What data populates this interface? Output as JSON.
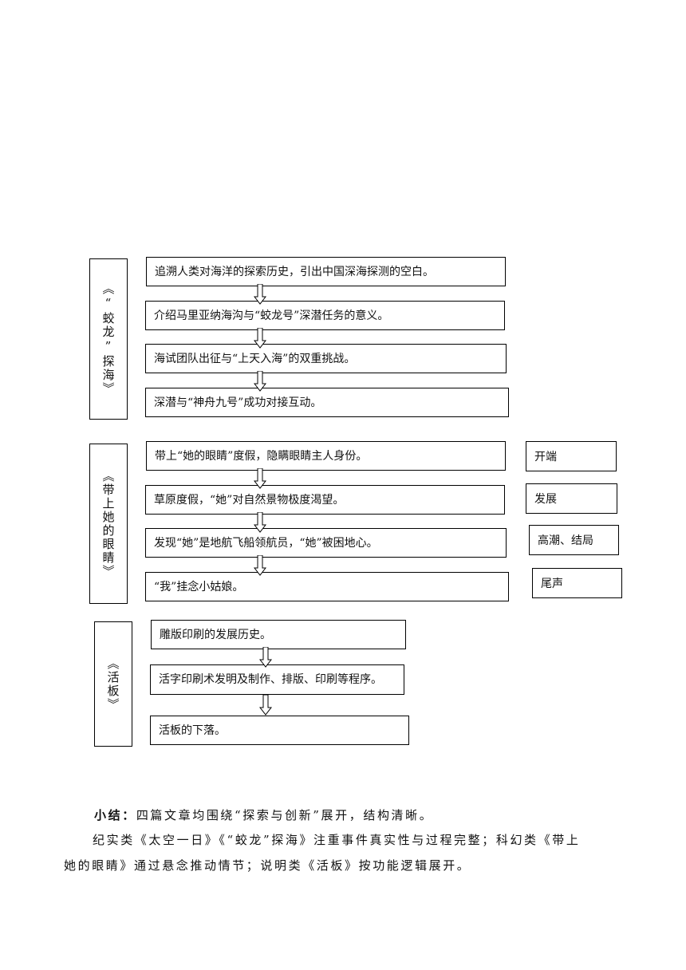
{
  "sections": [
    {
      "title": "《“蛟龙”探海》",
      "steps": [
        "追溯人类对海洋的探索历史，引出中国深海探测的空白。",
        "介绍马里亚纳海沟与“蛟龙号”深潜任务的意义。",
        "海试团队出征与“上天入海”的双重挑战。",
        "深潜与“神舟九号”成功对接互动。"
      ]
    },
    {
      "title": "《带上她的眼睛》",
      "steps": [
        "带上“她的眼睛”度假，隐瞒眼睛主人身份。",
        "草原度假，“她”对自然景物极度渴望。",
        "发现“她”是地航飞船领航员，“她”被困地心。",
        "“我”挂念小姑娘。"
      ],
      "stages": [
        "开端",
        "发展",
        "高潮、结局",
        "尾声"
      ]
    },
    {
      "title": "《活板》",
      "steps": [
        "雕版印刷的发展历史。",
        "活字印刷术发明及制作、排版、印刷等程序。",
        "活板的下落。"
      ]
    }
  ],
  "summary": {
    "label": "小结：",
    "line1": "四篇文章均围绕“探索与创新”展开，结构清晰。",
    "line2": "纪实类《太空一日》《“蛟龙”探海》注重事件真实性与过程完整；科幻类《带上",
    "line3": "她的眼睛》通过悬念推动情节；说明类《活板》按功能逻辑展开。"
  }
}
